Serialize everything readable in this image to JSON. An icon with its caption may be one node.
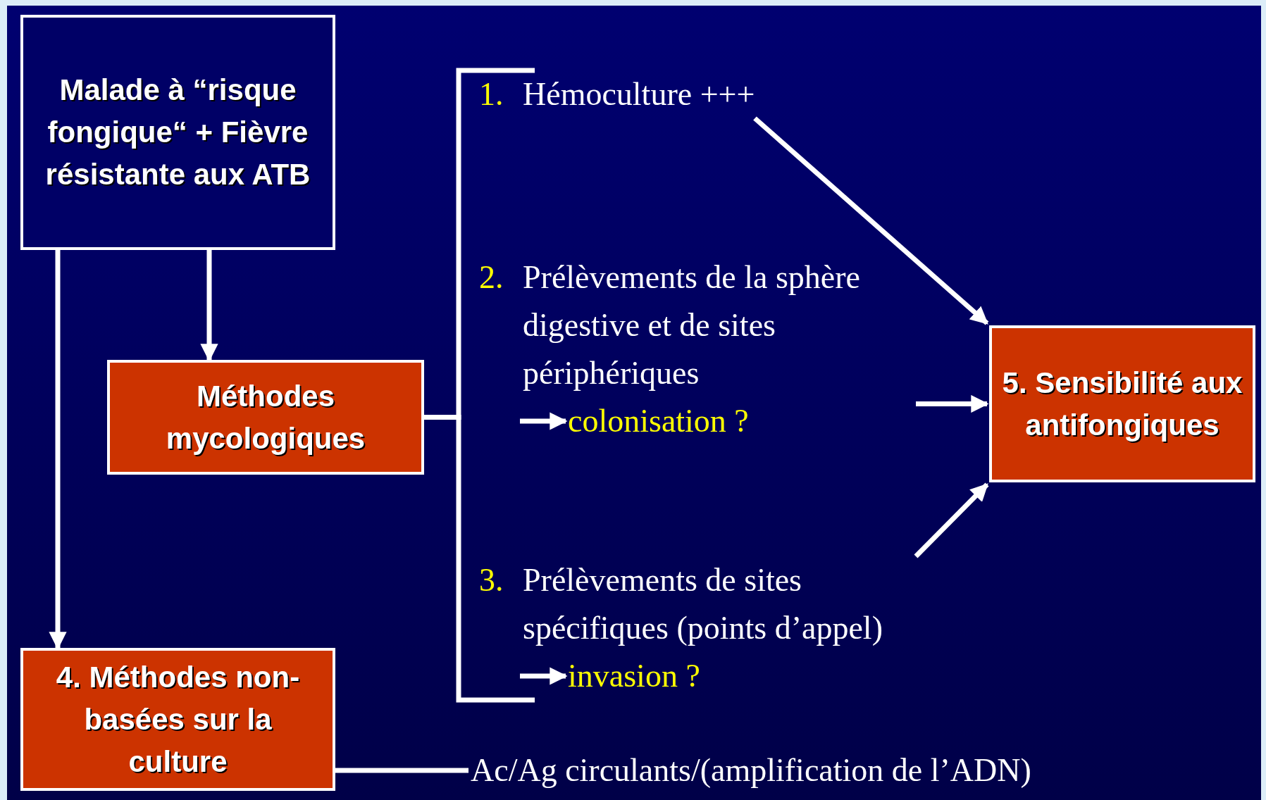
{
  "diagram": {
    "nodes": [
      {
        "text": [
          "Malade à “risque fongique“ + Fièvre résistante aux ATB"
        ]
      },
      {
        "text": [
          "Méthodes mycologiques"
        ]
      },
      {
        "text": [
          "4. Méthodes non-basées sur la culture"
        ]
      },
      {
        "text": [
          "1.",
          "Hémoculture +++"
        ]
      },
      {
        "text": [
          "2.",
          "Prélèvements de la sphère digestive et de sites périphériques"
        ]
      },
      {
        "text": [
          "colonisation ?"
        ],
        "in": 4
      },
      {
        "text": [
          "3.",
          "Prélèvements de sites spécifiques (points d’appel)"
        ]
      },
      {
        "text": [
          "invasion ?"
        ],
        "in": 6
      },
      {
        "text": [
          "5. Sensibilité aux antifongiques"
        ]
      },
      {
        "text": [
          "Ac/Ag circulants/(amplification de l’ADN)"
        ]
      }
    ],
    "edges": [
      {
        "from": 0,
        "to": 1,
        "arrow": "to"
      },
      {
        "from": 0,
        "to": 2,
        "arrow": "to"
      },
      {
        "from": 1,
        "to": 3,
        "arrow": "none"
      },
      {
        "from": 1,
        "to": 6,
        "arrow": "none"
      },
      {
        "from": 3,
        "to": 8,
        "arrow": "to"
      },
      {
        "from": 4,
        "to": 8,
        "arrow": "to"
      },
      {
        "from": 6,
        "to": 8,
        "arrow": "to"
      },
      {
        "from": null,
        "to": 5,
        "arrow": "to"
      },
      {
        "from": null,
        "to": 7,
        "arrow": "to"
      },
      {
        "from": 2,
        "to": 9,
        "arrow": "none"
      }
    ]
  }
}
